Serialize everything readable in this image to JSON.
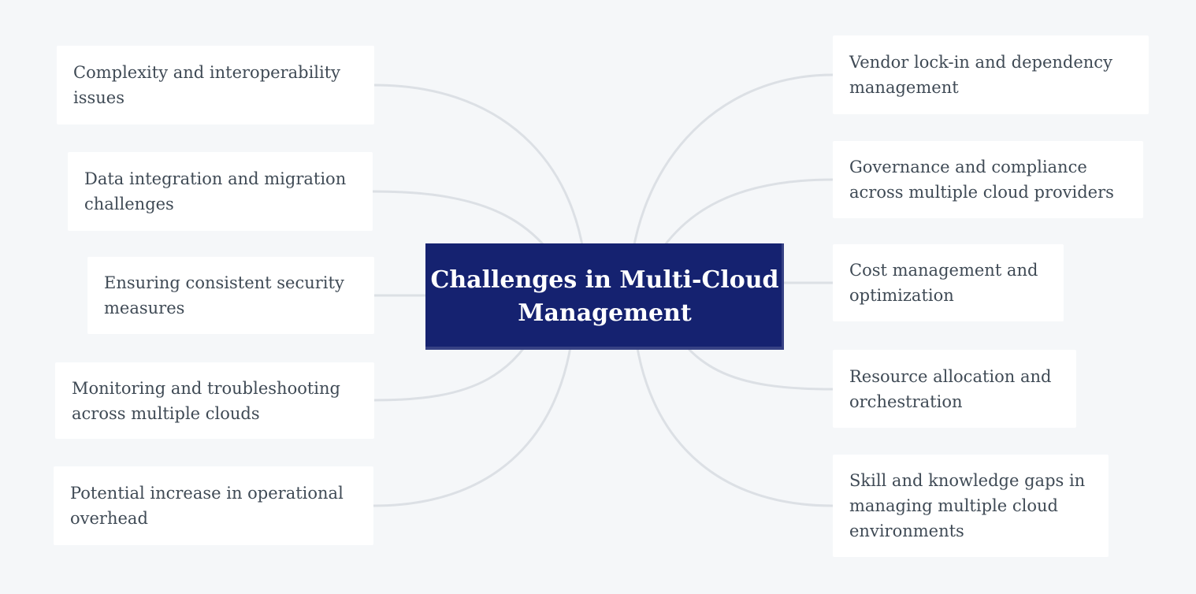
{
  "title": {
    "text": "Challenges in Multi-Cloud\nManagement"
  },
  "nodes": {
    "left": [
      {
        "text": "Complexity and interoperability\nissues"
      },
      {
        "text": "Data integration and migration\nchallenges"
      },
      {
        "text": "Ensuring consistent security\nmeasures"
      },
      {
        "text": "Monitoring and troubleshooting\nacross multiple clouds"
      },
      {
        "text": "Potential increase in operational\noverhead"
      }
    ],
    "right": [
      {
        "text": "Vendor lock-in and dependency\nmanagement"
      },
      {
        "text": "Governance and compliance\nacross multiple cloud providers"
      },
      {
        "text": "Cost management and\noptimization"
      },
      {
        "text": "Resource allocation and\norchestration"
      },
      {
        "text": "Skill and knowledge gaps in\nmanaging multiple cloud\nenvironments"
      }
    ]
  },
  "colors": {
    "canvas_background": "#f5f7f9",
    "node_background": "#ffffff",
    "node_text": "#3f4a55",
    "center_background": "#152270",
    "center_text": "#ffffff",
    "connector": "#dce0e5"
  }
}
